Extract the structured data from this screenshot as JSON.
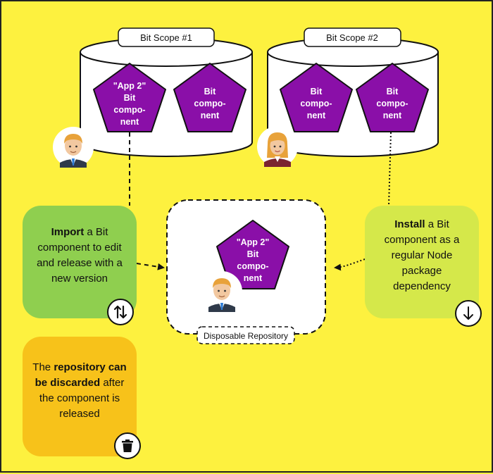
{
  "scopes": [
    {
      "label": "Bit Scope #1",
      "components": [
        [
          "\"App 2\"",
          "Bit",
          "compo-",
          "nent"
        ],
        [
          "Bit",
          "compo-",
          "nent"
        ]
      ]
    },
    {
      "label": "Bit Scope #2",
      "components": [
        [
          "Bit",
          "compo-",
          "nent"
        ],
        [
          "Bit",
          "compo-",
          "nent"
        ]
      ]
    }
  ],
  "repository": {
    "label": "Disposable Repository",
    "component": [
      "\"App 2\"",
      "Bit",
      "compo-",
      "nent"
    ]
  },
  "import_box": {
    "bold": "Import",
    "text": " a Bit component to edit and release with a new version",
    "icon": "arrows-up-down-icon"
  },
  "install_box": {
    "bold": "Install",
    "text": " a Bit component as a regular Node package dependency",
    "icon": "arrow-down-icon"
  },
  "discard_box": {
    "pre": "The ",
    "bold": "repository can be discarded",
    "post": " after the component is released",
    "icon": "trash-icon"
  },
  "colors": {
    "background": "#fdf13f",
    "pentagon": "#8a0fa8",
    "import": "#8fcf4f",
    "install": "#d5e84a",
    "discard": "#f7c21a"
  }
}
